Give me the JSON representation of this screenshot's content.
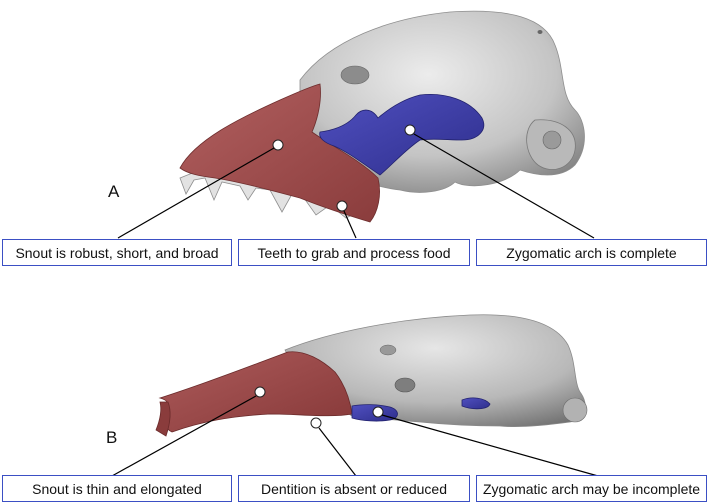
{
  "panels": [
    {
      "letter": "A",
      "labels": [
        "Snout is robust, short, and broad",
        "Teeth to grab and process food",
        "Zygomatic arch is complete"
      ]
    },
    {
      "letter": "B",
      "labels": [
        "Snout is thin and elongated",
        "Dentition is absent or reduced",
        "Zygomatic arch may be incomplete"
      ]
    }
  ],
  "colors": {
    "bone": "#bdbdbd",
    "bone_shadow": "#8a8a8a",
    "snout": "#9c4a4a",
    "zygomatic": "#3d3da8",
    "box_border": "#3b4fc4",
    "leader": "#000000"
  }
}
